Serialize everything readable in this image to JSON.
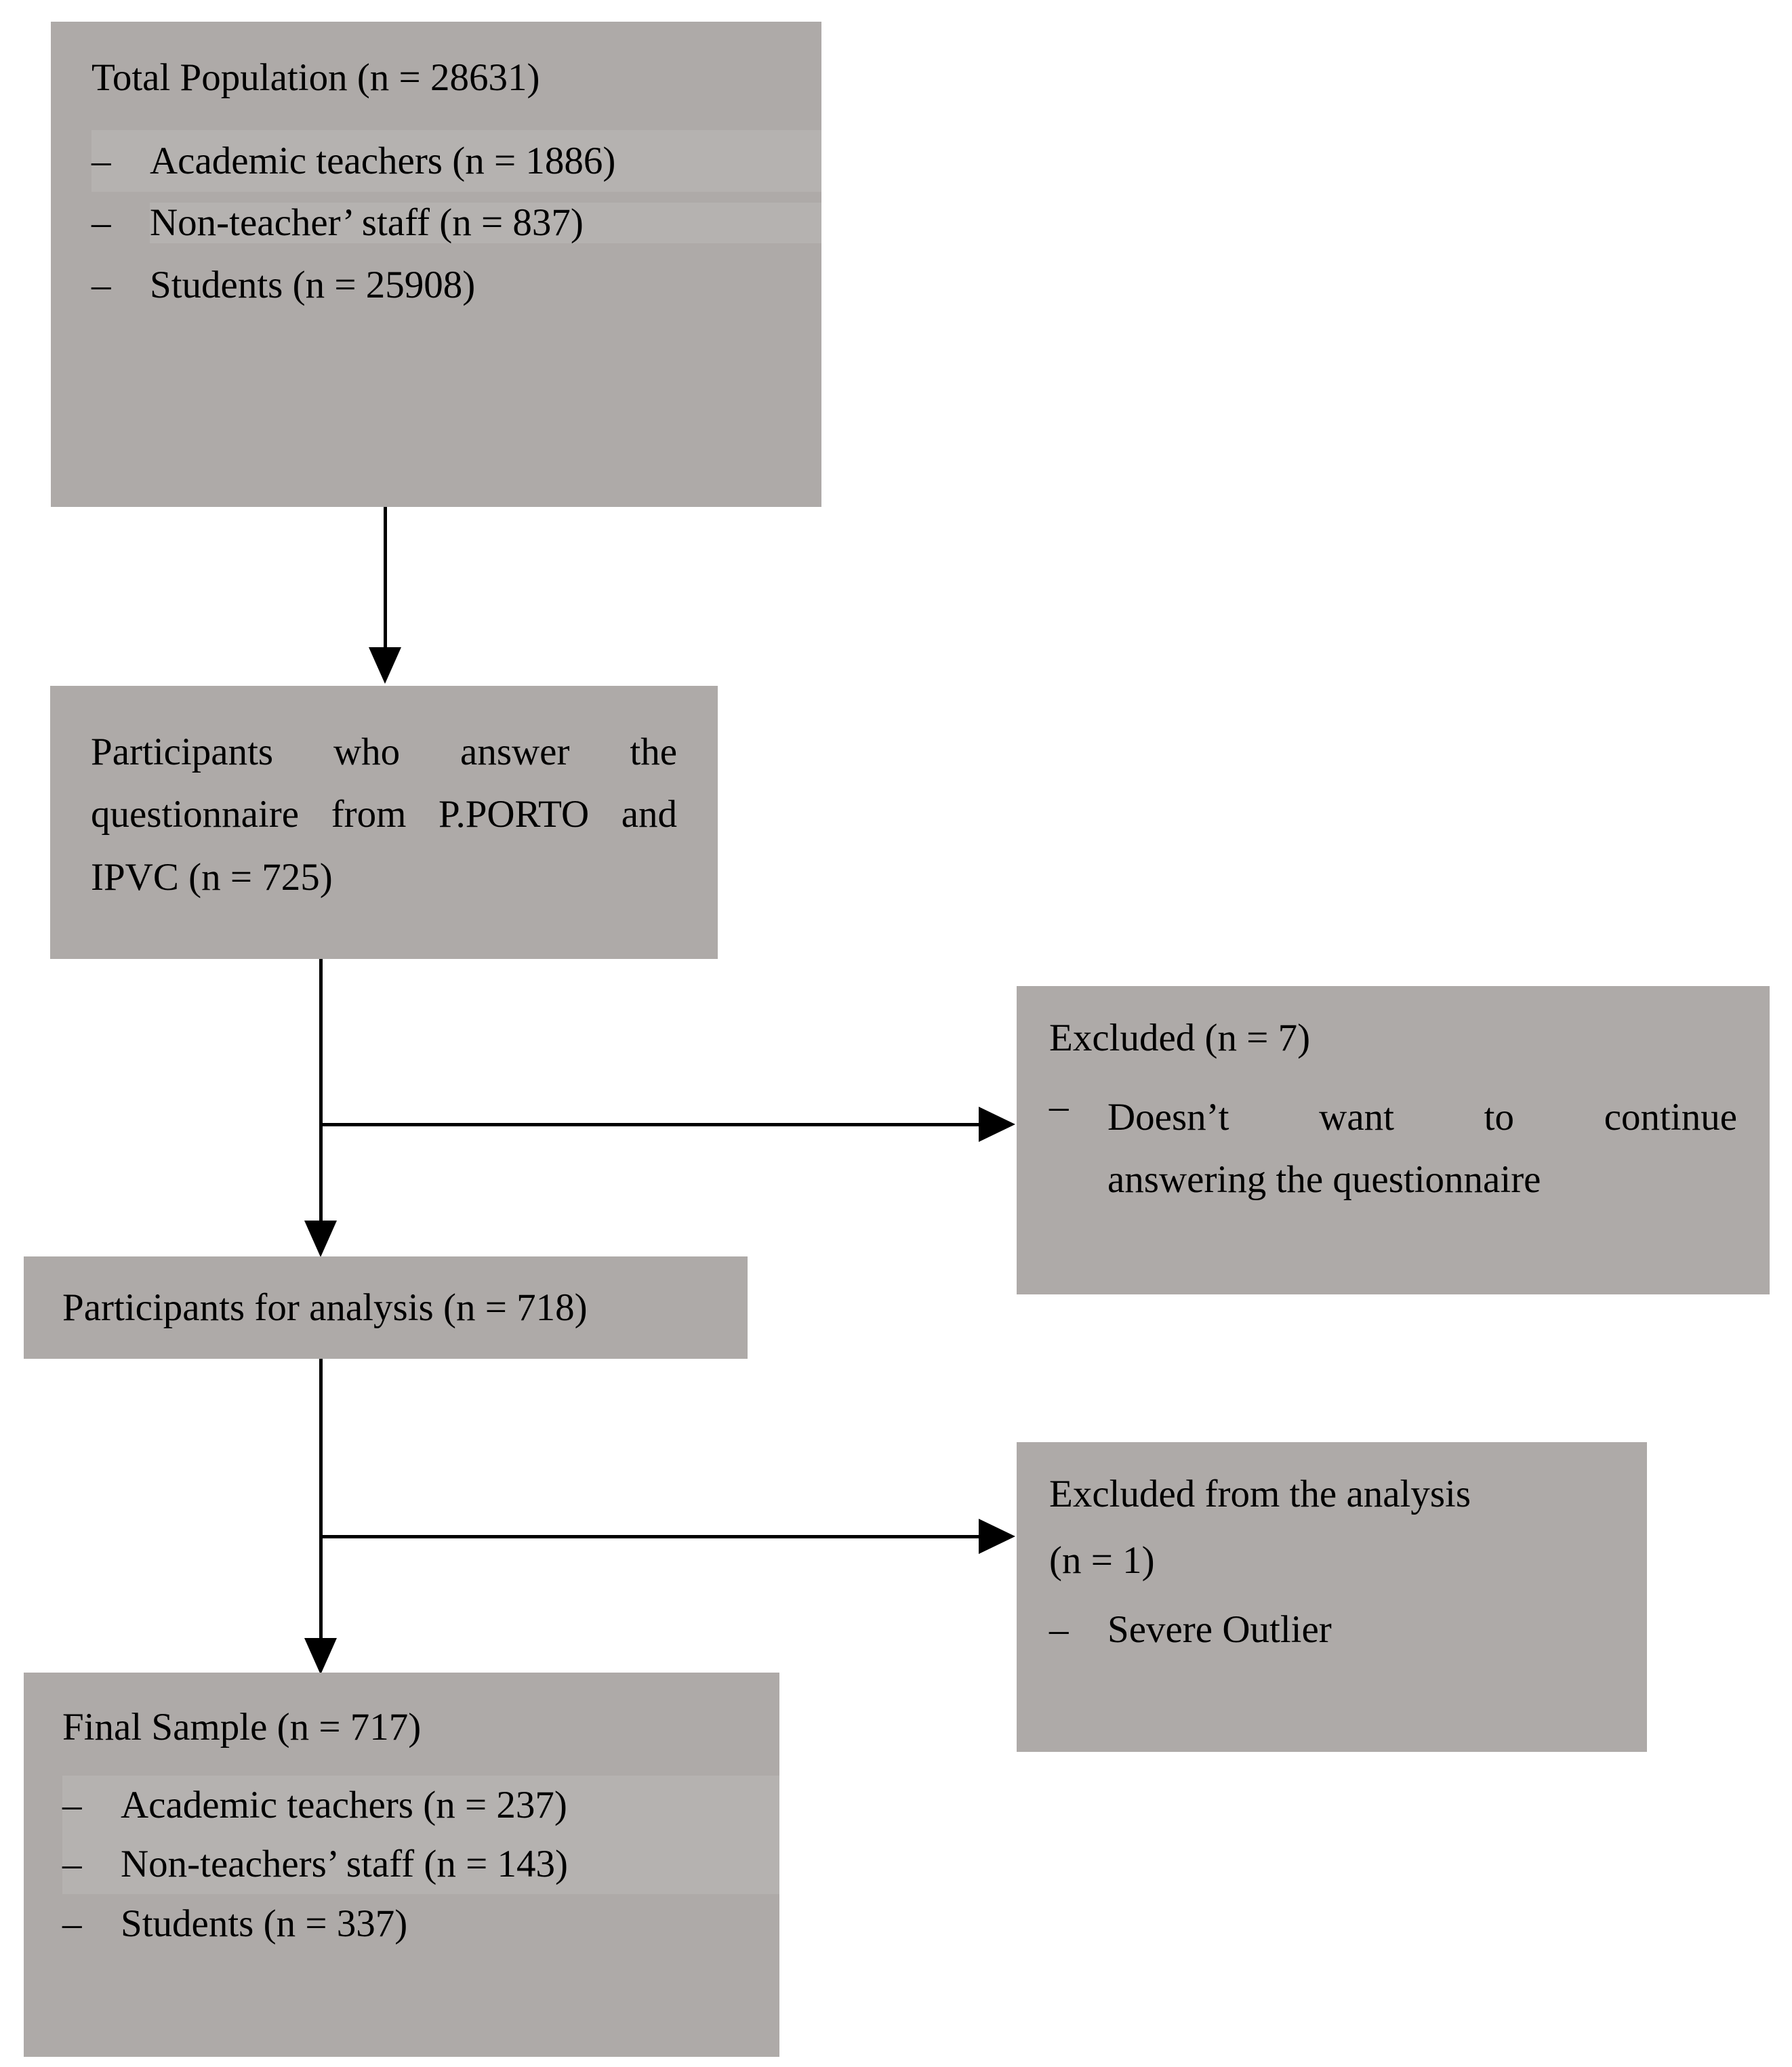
{
  "diagram": {
    "type": "flowchart",
    "title": "Participant selection flow diagram",
    "colors": {
      "box_fill": "#aeaaa8",
      "highlight_band": "#b5b2b0",
      "connector": "#000000",
      "page_background": "#ffffff",
      "text": "#000000"
    },
    "nodes": {
      "total_population": {
        "title": "Total Population (n = 28631)",
        "items": [
          {
            "dash": "–",
            "text": "Academic teachers (n = 1886)",
            "highlighted": true
          },
          {
            "dash": "–",
            "text": "Non-teacher’ staff (n = 837)",
            "highlighted": true
          },
          {
            "dash": "–",
            "text": "Students (n = 25908)",
            "highlighted": false
          }
        ]
      },
      "responders": {
        "paragraph": "Participants who answer the questionnaire from P.PORTO and IPVC (n = 725)"
      },
      "excluded_first": {
        "title": "Excluded (n = 7)",
        "items": [
          {
            "dash": "–",
            "line1": "Doesn’t want to continue",
            "line2": "answering the questionnaire"
          }
        ]
      },
      "analysis_participants": {
        "title": "Participants for analysis (n = 718)"
      },
      "excluded_second": {
        "title_line1": "Excluded from the analysis",
        "title_line2": "(n = 1)",
        "items": [
          {
            "dash": "–",
            "text": "Severe Outlier"
          }
        ]
      },
      "final_sample": {
        "title": "Final Sample (n = 717)",
        "items": [
          {
            "dash": "–",
            "text": "Academic teachers (n = 237)",
            "highlighted": true
          },
          {
            "dash": "–",
            "text": "Non-teachers’ staff (n = 143)",
            "highlighted": true
          },
          {
            "dash": "–",
            "text": "Students (n = 337)",
            "highlighted": false
          }
        ]
      }
    },
    "edges": [
      {
        "from": "total_population",
        "to": "responders",
        "direction": "down"
      },
      {
        "from": "responders",
        "to": "analysis_participants",
        "direction": "down"
      },
      {
        "from": "responders",
        "to": "excluded_first",
        "direction": "right"
      },
      {
        "from": "analysis_participants",
        "to": "final_sample",
        "direction": "down"
      },
      {
        "from": "analysis_participants",
        "to": "excluded_second",
        "direction": "right"
      }
    ]
  }
}
